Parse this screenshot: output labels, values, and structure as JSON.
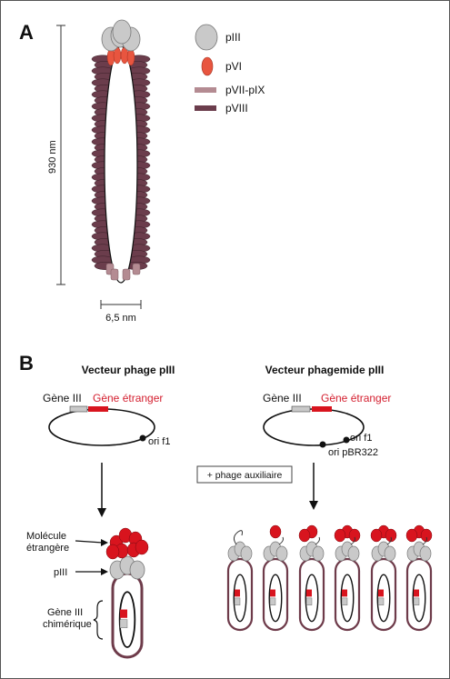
{
  "panel_a": {
    "label": "A",
    "height_label": "930 nm",
    "width_label": "6,5 nm",
    "legend": [
      {
        "label": "pIII",
        "color": "#c9c9c9",
        "shape": "ellipse-large"
      },
      {
        "label": "pVI",
        "color": "#e8553f",
        "shape": "ellipse-small"
      },
      {
        "label": "pVII-pIX",
        "color": "#b48b92",
        "shape": "bar"
      },
      {
        "label": "pVIII",
        "color": "#6b3d4c",
        "shape": "bar"
      }
    ]
  },
  "panel_b": {
    "label": "B",
    "left": {
      "title": "Vecteur phage pIII",
      "gene_label": "Gène III",
      "foreign_label": "Gène étranger",
      "ori_label": "ori f1",
      "callouts": {
        "foreign_molecule_line1": "Molécule",
        "foreign_molecule_line2": "étrangère",
        "piii": "pIII",
        "chimeric_line1": "Gène III",
        "chimeric_line2": "chimérique"
      }
    },
    "right": {
      "title": "Vecteur phagemide pIII",
      "gene_label": "Gène III",
      "foreign_label": "Gène étranger",
      "ori_f1_label": "ori f1",
      "ori_pbr_label": "ori pBR322",
      "helper_label": "+ phage auxiliaire",
      "phage_count": 6
    }
  },
  "colors": {
    "piii": "#c9c9c9",
    "pvi": "#e8553f",
    "pvii_pix": "#b48b92",
    "pviii": "#6b3d4c",
    "foreign": "#d8141e",
    "capsid": "#6e3b4a"
  }
}
